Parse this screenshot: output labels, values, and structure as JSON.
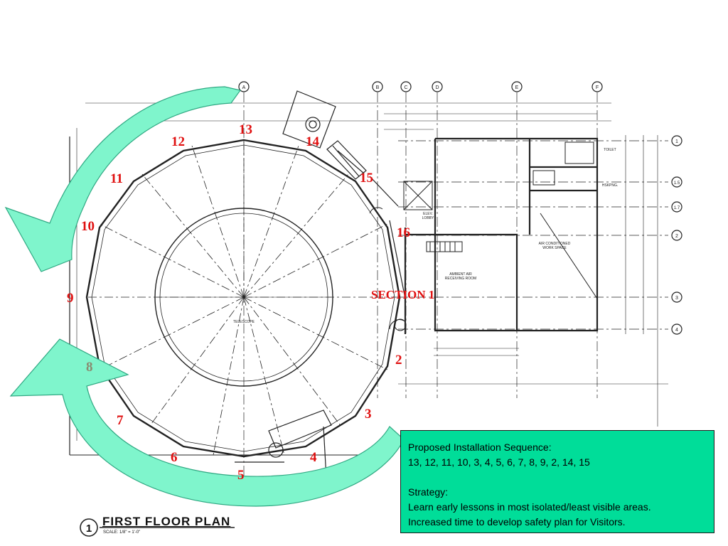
{
  "sequence_numbers": [
    {
      "label": "13",
      "tone": "red"
    },
    {
      "label": "12",
      "tone": "red"
    },
    {
      "label": "14",
      "tone": "red"
    },
    {
      "label": "11",
      "tone": "red"
    },
    {
      "label": "15",
      "tone": "red"
    },
    {
      "label": "10",
      "tone": "red"
    },
    {
      "label": "16",
      "tone": "red"
    },
    {
      "label": "9",
      "tone": "red"
    },
    {
      "label": "8",
      "tone": "grey"
    },
    {
      "label": "2",
      "tone": "red"
    },
    {
      "label": "3",
      "tone": "red"
    },
    {
      "label": "7",
      "tone": "red"
    },
    {
      "label": "6",
      "tone": "red"
    },
    {
      "label": "4",
      "tone": "red"
    },
    {
      "label": "5",
      "tone": "red"
    }
  ],
  "section_label": "SECTION 1",
  "info_box": {
    "line1": "Proposed Installation Sequence:",
    "line2": "13, 12, 11, 10, 3, 4, 5, 6, 7, 8, 9, 2, 14, 15",
    "line3": "Strategy:",
    "line4": "Learn early lessons in most isolated/least visible areas.",
    "line5": "Increased time to develop safety plan for Visitors."
  },
  "plan_title": {
    "number": "1",
    "title": "FIRST FLOOR PLAN",
    "scale": "SCALE: 1/8\" = 1'-0\""
  },
  "grid_bubbles": [
    "A",
    "B",
    "C",
    "D",
    "E",
    "F",
    "1",
    "1.5",
    "1.7",
    "2",
    "3",
    "4"
  ],
  "room_labels": {
    "telescope": "TELESCOPE",
    "ambient": "AMBIENT AIR RECEIVING ROOM",
    "air_conditioned": "AIR CONDITIONED WORK SPACE",
    "toilet": "TOILET",
    "hskpng": "HSKPNG.",
    "elev": "ELEV. LOBBY"
  },
  "colors": {
    "arrow_fill": "#7ff5cc",
    "arrow_stroke": "#2fa882",
    "info_fill": "#00dd99",
    "number_red": "#e01010",
    "number_grey": "#8a8a70"
  }
}
